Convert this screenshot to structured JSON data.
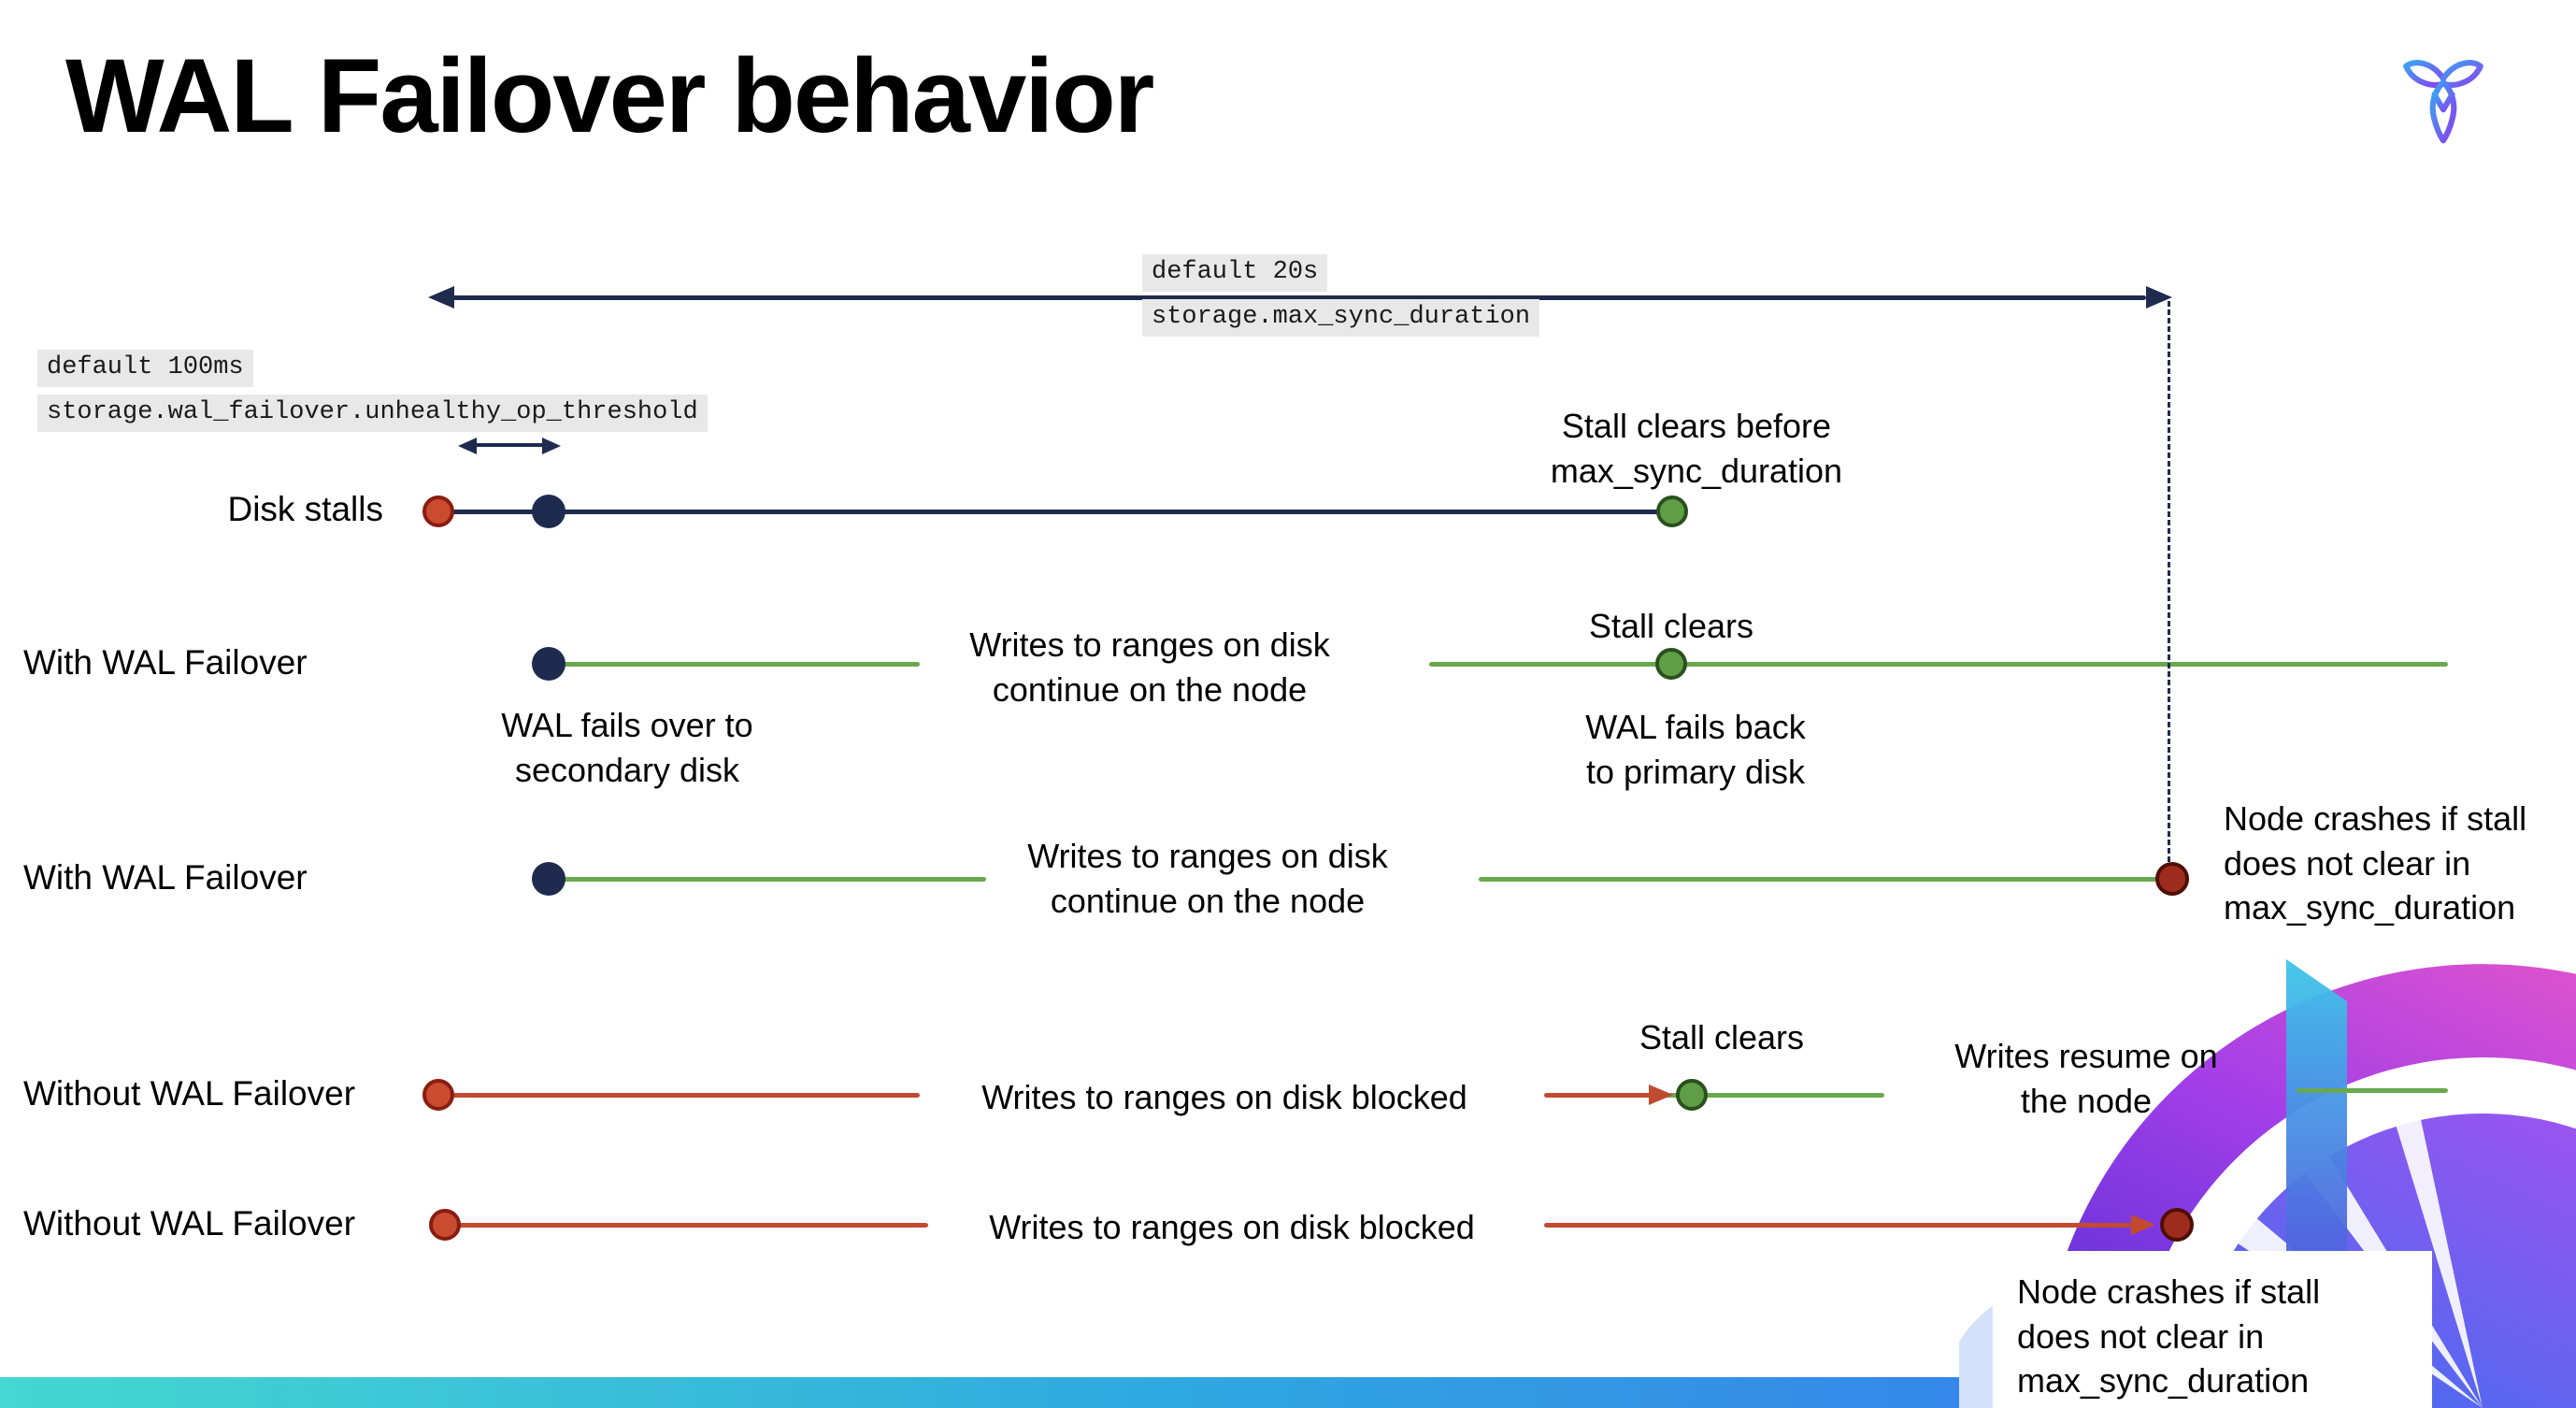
{
  "slide": {
    "title": "WAL Failover behavior"
  },
  "colors": {
    "navy": "#1e2b4f",
    "green_line": "#6aa84f",
    "red_line": "#c14a2f",
    "green_dot": "#5f9e47",
    "red_dot": "#c94b30",
    "crash_dot": "#9e2c1c",
    "code_chip_bg": "#e8e8e8",
    "footer_gradient_start": "#43d8d1",
    "footer_gradient_end": "#3a6ff0",
    "brand_blue": "#3a6ff0",
    "brand_purple": "#8a3ff0",
    "brand_pink": "#ff5ec1"
  },
  "callouts": {
    "max_sync": {
      "default_label": "default 20s",
      "setting": "storage.max_sync_duration"
    },
    "threshold": {
      "default_label": "default 100ms",
      "setting": "storage.wal_failover.unhealthy_op_threshold"
    }
  },
  "rows": {
    "disk_stall": {
      "label": "Disk stalls",
      "stall_note": "Stall clears before\nmax_sync_duration"
    },
    "failover_clears": {
      "label": "With WAL Failover",
      "failover_note": "WAL fails over to\nsecondary disk",
      "writes_note": "Writes to ranges on disk\ncontinue on the node",
      "stall_note": "Stall clears",
      "failback_note": "WAL fails  back\nto primary disk"
    },
    "failover_crash": {
      "label": "With WAL Failover",
      "writes_note": "Writes to ranges on disk\ncontinue on the node",
      "crash_note": "Node crashes if stall\ndoes not clear in\nmax_sync_duration"
    },
    "no_failover_clears": {
      "label": "Without WAL Failover",
      "writes_note": "Writes to ranges on disk  blocked",
      "stall_note": "Stall clears",
      "resume_note": "Writes resume on\nthe node"
    },
    "no_failover_crash": {
      "label": "Without WAL Failover",
      "writes_note": "Writes to ranges on disk  blocked",
      "crash_note": "Node crashes if stall\ndoes not clear in\nmax_sync_duration"
    }
  }
}
